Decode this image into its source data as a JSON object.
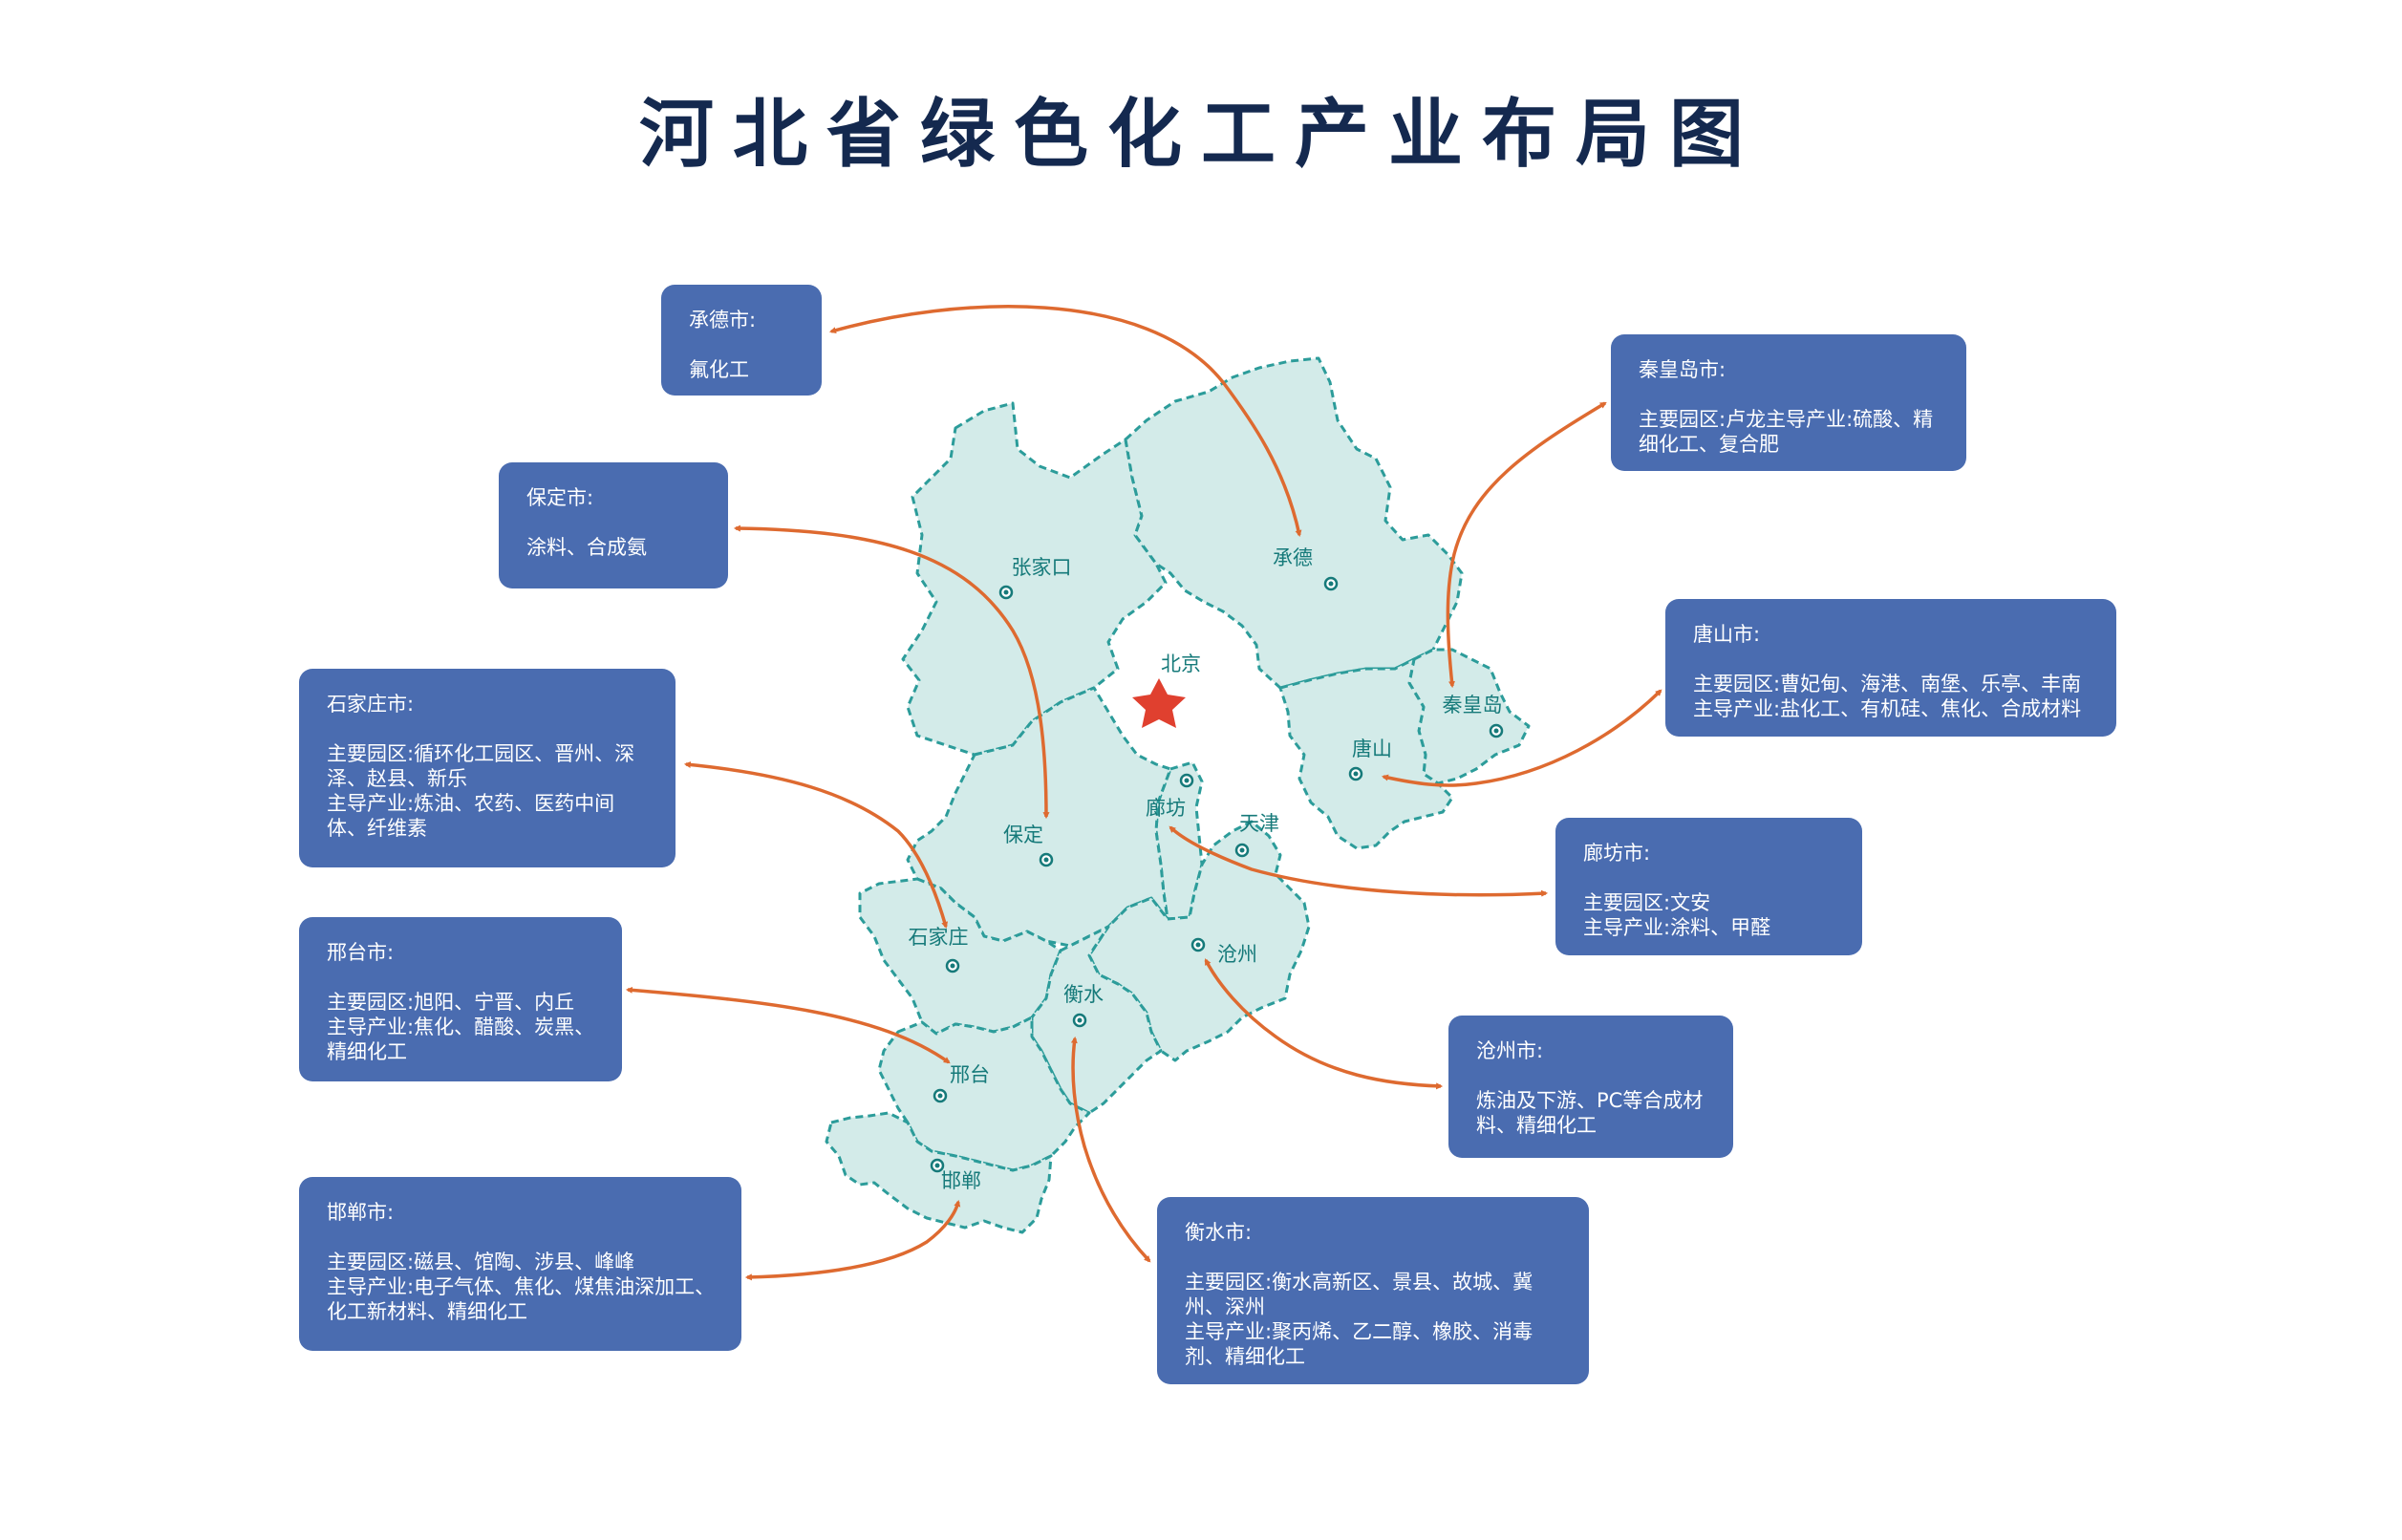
{
  "title": "河北省绿色化工产业布局图",
  "colors": {
    "title": "#14294f",
    "region_fill": "#d3ebe9",
    "region_border": "#2c9c9a",
    "label": "#167a7a",
    "card_bg": "#4a6cb0",
    "card_text": "#ffffff",
    "arrow": "#de6a30",
    "capital_star": "#e0402f"
  },
  "map": {
    "capital": {
      "label": "北京",
      "icon": "star-icon"
    },
    "municipality": {
      "label": "天津"
    },
    "cities": {
      "zhangjiakou": "张家口",
      "chengde": "承德",
      "qinhuangdao": "秦皇岛",
      "tangshan": "唐山",
      "langfang": "廊坊",
      "baoding": "保定",
      "shijiazhuang": "石家庄",
      "cangzhou": "沧州",
      "hengshui": "衡水",
      "xingtai": "邢台",
      "handan": "邯郸"
    }
  },
  "cards": {
    "chengde": {
      "name": "承德市:",
      "lines": [
        "氟化工"
      ]
    },
    "baoding": {
      "name": "保定市:",
      "lines": [
        "涂料、合成氨"
      ]
    },
    "shijiazhuang": {
      "name": "石家庄市:",
      "lines": [
        "主要园区:循环化工园区、晋州、深泽、赵县、新乐",
        "主导产业:炼油、农药、医药中间体、纤维素"
      ]
    },
    "xingtai": {
      "name": "邢台市:",
      "lines": [
        "主要园区:旭阳、宁晋、内丘",
        "主导产业:焦化、醋酸、炭黑、精细化工"
      ]
    },
    "handan": {
      "name": "邯郸市:",
      "lines": [
        "主要园区:磁县、馆陶、涉县、峰峰",
        "主导产业:电子气体、焦化、煤焦油深加工、化工新材料、精细化工"
      ]
    },
    "qinhuangdao": {
      "name": "秦皇岛市:",
      "lines": [
        "主要园区:卢龙主导产业:硫酸、精细化工、复合肥"
      ]
    },
    "tangshan": {
      "name": "唐山市:",
      "lines": [
        "主要园区:曹妃甸、海港、南堡、乐亭、丰南",
        "主导产业:盐化工、有机硅、焦化、合成材料"
      ]
    },
    "langfang": {
      "name": "廊坊市:",
      "lines": [
        "主要园区:文安",
        "主导产业:涂料、甲醛"
      ]
    },
    "cangzhou": {
      "name": "沧州市:",
      "lines": [
        "炼油及下游、PC等合成材料、精细化工"
      ]
    },
    "hengshui": {
      "name": "衡水市:",
      "lines": [
        "主要园区:衡水高新区、景县、故城、冀州、深州",
        "主导产业:聚丙烯、乙二醇、橡胶、消毒剂、精细化工"
      ]
    }
  }
}
